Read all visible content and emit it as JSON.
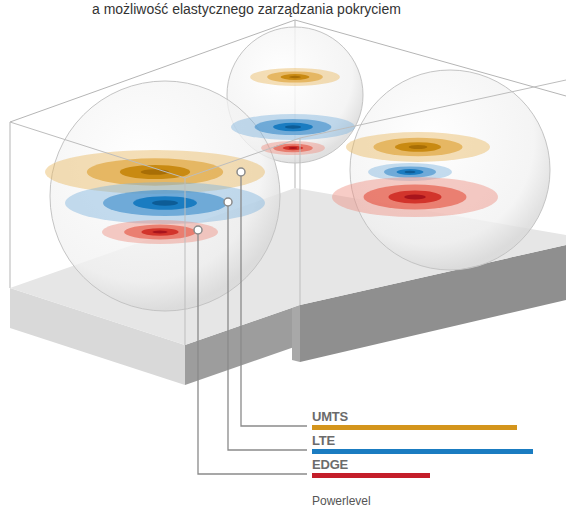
{
  "diagram": {
    "labels": [
      "a możliwość elastycznego zarządzania pokryciem",
      "Powerlevel"
    ],
    "legend": [
      {
        "text": "UMTS",
        "color": "#d4951c"
      },
      {
        "text": "LTE",
        "color": "#1a7cc1"
      },
      {
        "text": "EDGE",
        "color": "#c41e2a"
      }
    ]
  }
}
